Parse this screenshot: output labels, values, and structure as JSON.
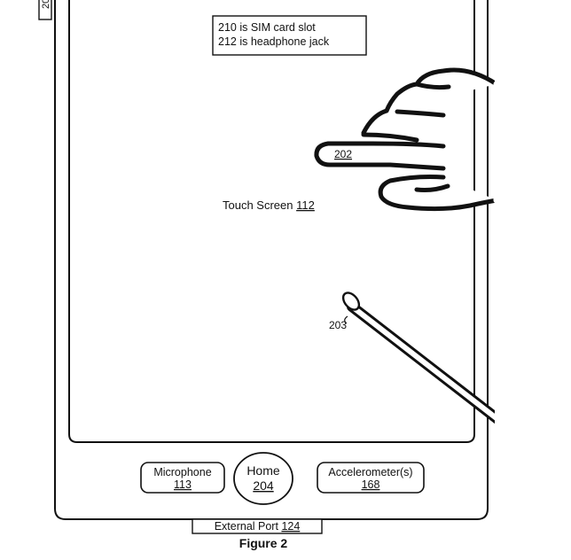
{
  "device": {
    "ref_label": "20"
  },
  "note_box": {
    "line1": "210 is SIM card slot",
    "line2": "212 is headphone jack"
  },
  "touch_screen": {
    "text": "Touch Screen",
    "ref": "112"
  },
  "finger": {
    "ref": "202"
  },
  "stylus": {
    "ref": "203"
  },
  "buttons": {
    "microphone": {
      "label": "Microphone",
      "ref": "113"
    },
    "home": {
      "label": "Home",
      "ref": "204"
    },
    "accelerometer": {
      "label": "Accelerometer(s)",
      "ref": "168"
    }
  },
  "external_port": {
    "text": "External Port",
    "ref": "124"
  },
  "caption": "Figure 2"
}
